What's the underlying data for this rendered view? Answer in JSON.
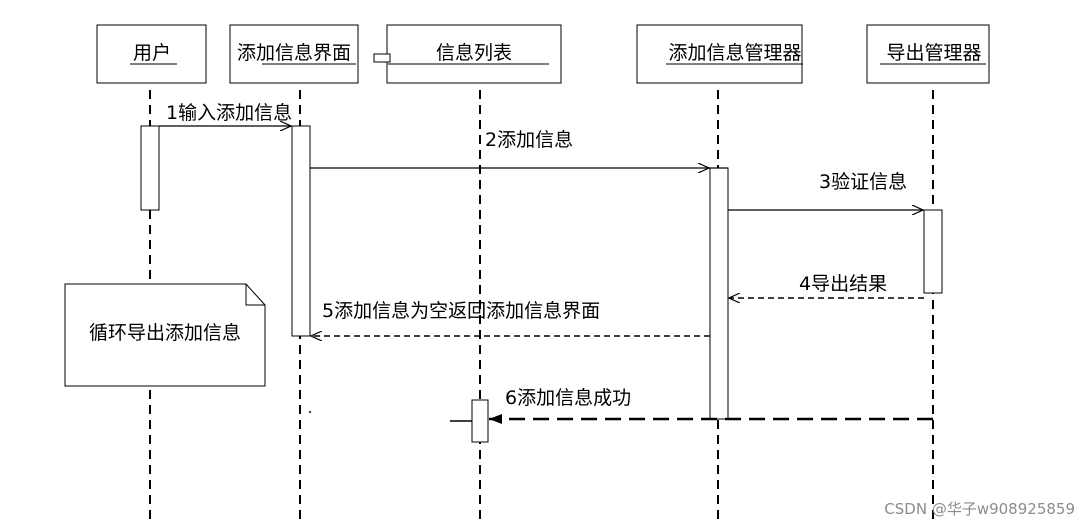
{
  "participants": [
    {
      "id": "user",
      "label": "用户"
    },
    {
      "id": "add_ui",
      "label": "添加信息界面"
    },
    {
      "id": "info_list",
      "label": "信息列表"
    },
    {
      "id": "add_manager",
      "label": "添加信息管理器"
    },
    {
      "id": "export_manager",
      "label": "导出管理器"
    }
  ],
  "messages": [
    {
      "id": "m1",
      "label": "1输入添加信息",
      "from": "user",
      "to": "add_ui",
      "kind": "sync"
    },
    {
      "id": "m2",
      "label": "2添加信息",
      "from": "add_ui",
      "to": "add_manager",
      "kind": "sync"
    },
    {
      "id": "m3",
      "label": "3验证信息",
      "from": "add_manager",
      "to": "export_manager",
      "kind": "sync"
    },
    {
      "id": "m4",
      "label": "4导出结果",
      "from": "export_manager",
      "to": "add_manager",
      "kind": "return"
    },
    {
      "id": "m5",
      "label": "5添加信息为空返回添加信息界面",
      "from": "add_manager",
      "to": "add_ui",
      "kind": "return"
    },
    {
      "id": "m6",
      "label": "6添加信息成功",
      "from": "export_manager",
      "to": "info_list",
      "kind": "return"
    }
  ],
  "note": {
    "text": "循环导出添加信息"
  },
  "watermark": "CSDN @华子w908925859"
}
